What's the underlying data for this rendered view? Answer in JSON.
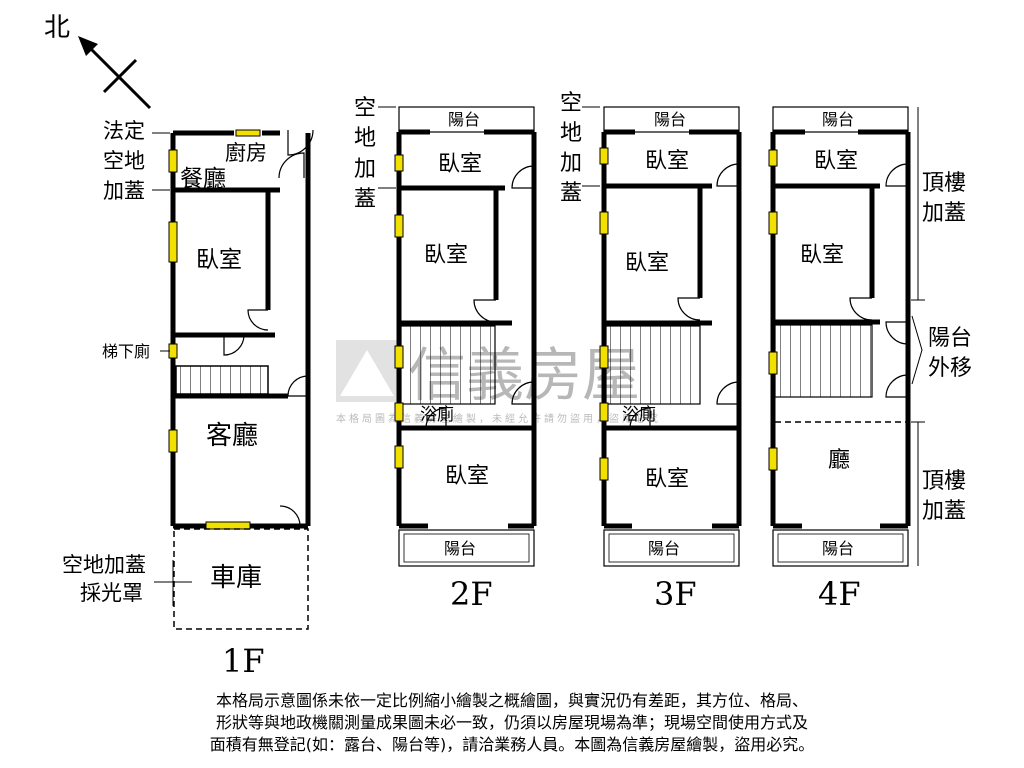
{
  "compass": {
    "label": "北"
  },
  "watermark": {
    "brand": "信義房屋",
    "notice": "本格局圖為信義房屋繪製，未經允許請勿盜用，盜用必究"
  },
  "colors": {
    "wall": "#000000",
    "window": "#f2e000",
    "dashed_line": "#000000"
  },
  "floors": {
    "f1": {
      "label": "1F",
      "rooms": {
        "kitchen": "廚房",
        "dining": "餐廳",
        "bedroom": "臥室",
        "under_stair_wc": "梯下廁",
        "living": "客廳",
        "garage": "車庫"
      },
      "notes": {
        "legal_open": [
          "法定",
          "空地",
          "加蓋"
        ],
        "skylight": [
          "空地加蓋",
          "採光罩"
        ]
      }
    },
    "f2": {
      "label": "2F",
      "rooms": {
        "balcony_top": "陽台",
        "bedroom_top": "臥室",
        "bedroom_mid": "臥室",
        "bath": "浴廁",
        "bedroom_bottom": "臥室",
        "balcony_bottom": "陽台"
      },
      "notes": {
        "open_space": [
          "空",
          "地",
          "加",
          "蓋"
        ]
      }
    },
    "f3": {
      "label": "3F",
      "rooms": {
        "balcony_top": "陽台",
        "bedroom_top": "臥室",
        "bedroom_mid": "臥室",
        "bath": "浴廁",
        "bedroom_bottom": "臥室",
        "balcony_bottom": "陽台"
      },
      "notes": {
        "open_space": [
          "空",
          "地",
          "加",
          "蓋"
        ]
      }
    },
    "f4": {
      "label": "4F",
      "rooms": {
        "balcony_top": "陽台",
        "bedroom_top": "臥室",
        "bedroom_mid": "臥室",
        "hall": "廳",
        "balcony_bottom": "陽台"
      },
      "notes": {
        "rooftop_top": [
          "頂樓",
          "加蓋"
        ],
        "balcony_moved": [
          "陽台",
          "外移"
        ],
        "rooftop_bottom": [
          "頂樓",
          "加蓋"
        ]
      }
    }
  },
  "disclaimer": [
    "本格局示意圖係未依一定比例縮小繪製之概繪圖，與實況仍有差距，其方位、格局、",
    "形狀等與地政機關測量成果圖未必一致，仍須以房屋現場為準；現場空間使用方式及",
    "面積有無登記(如：露台、陽台等)，請洽業務人員。本圖為信義房屋繪製，盜用必究。"
  ]
}
